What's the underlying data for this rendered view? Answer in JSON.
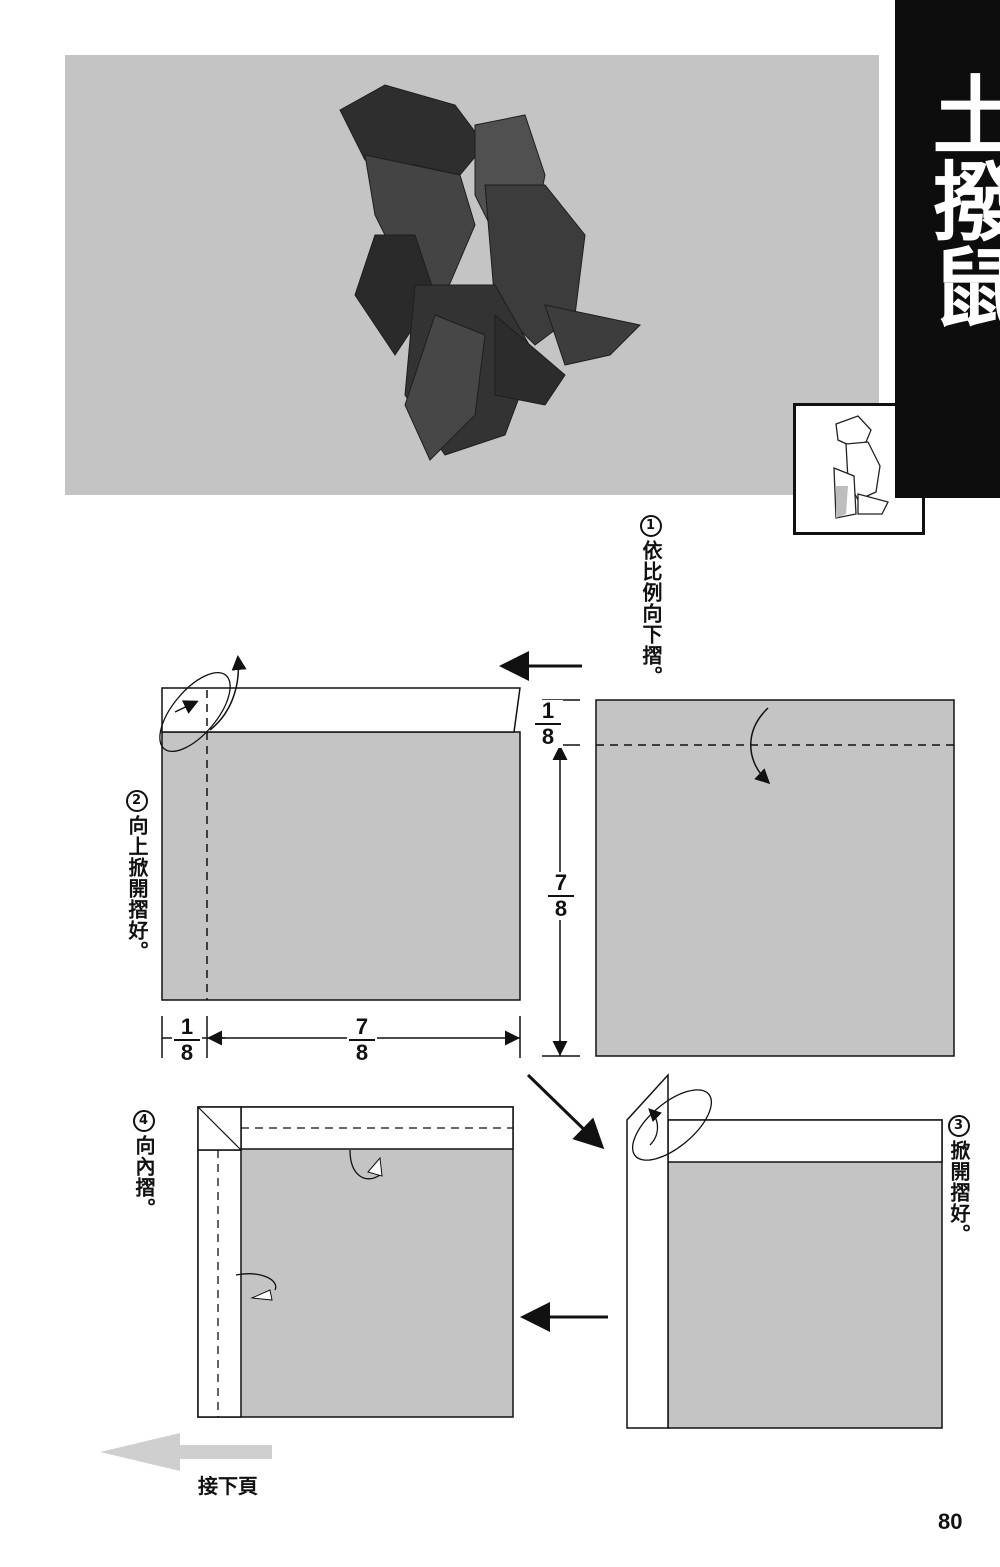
{
  "title": "土撥鼠",
  "steps": [
    {
      "number": "1",
      "text": "依比例向下摺。"
    },
    {
      "number": "2",
      "text": "向上掀開摺好。"
    },
    {
      "number": "3",
      "text": "掀開摺好。"
    },
    {
      "number": "4",
      "text": "向內摺。"
    }
  ],
  "fractions": {
    "one_eighth": {
      "num": "1",
      "den": "8"
    },
    "seven_eighths": {
      "num": "7",
      "den": "8"
    }
  },
  "footer": {
    "next_page": "接下頁",
    "page_number": "80"
  },
  "colors": {
    "paper_gray": "#c4c4c4",
    "title_bar": "#0d0d0d",
    "ink": "#111111"
  }
}
